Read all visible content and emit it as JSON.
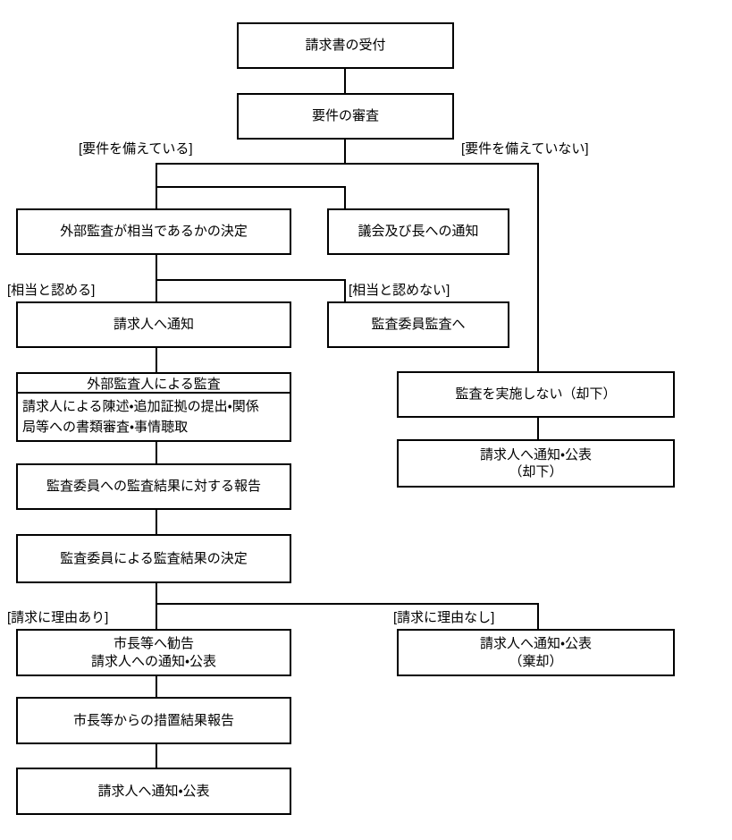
{
  "diagram": {
    "boxes": {
      "receipt": "請求書の受付",
      "review": "要件の審査",
      "decision": "外部監査が相当であるかの決定",
      "assembly_notice": "議会及び長への通知",
      "notify_claimant": "請求人へ通知",
      "committee_audit": "監査委員監査へ",
      "external_audit_title": "外部監査人による監査",
      "external_audit_detail": "請求人による陳述・追加証拠の提出・関係局等への書類審査・事情聴取",
      "no_audit": "監査を実施しない（却下）",
      "notify_rejected_line1": "請求人へ通知・公表",
      "notify_rejected_line2": "（却下）",
      "audit_report": "監査委員への監査結果に対する報告",
      "result_decision": "監査委員による監査結果の決定",
      "recommend_line1": "市長等へ勧告",
      "recommend_line2": "請求人への通知・公表",
      "notify_dismissed_line1": "請求人へ通知・公表",
      "notify_dismissed_line2": "（棄却）",
      "measure_report": "市長等からの措置結果報告",
      "final_notify": "請求人へ通知・公表"
    },
    "branch_labels": {
      "requirements_met": "[要件を備えている]",
      "requirements_not_met": "[要件を備えていない]",
      "appropriate": "[相当と認める]",
      "not_appropriate": "[相当と認めない]",
      "reason_valid": "[請求に理由あり]",
      "reason_invalid": "[請求に理由なし]"
    },
    "colors": {
      "line": "#000000",
      "background": "#ffffff",
      "text": "#000000"
    }
  }
}
